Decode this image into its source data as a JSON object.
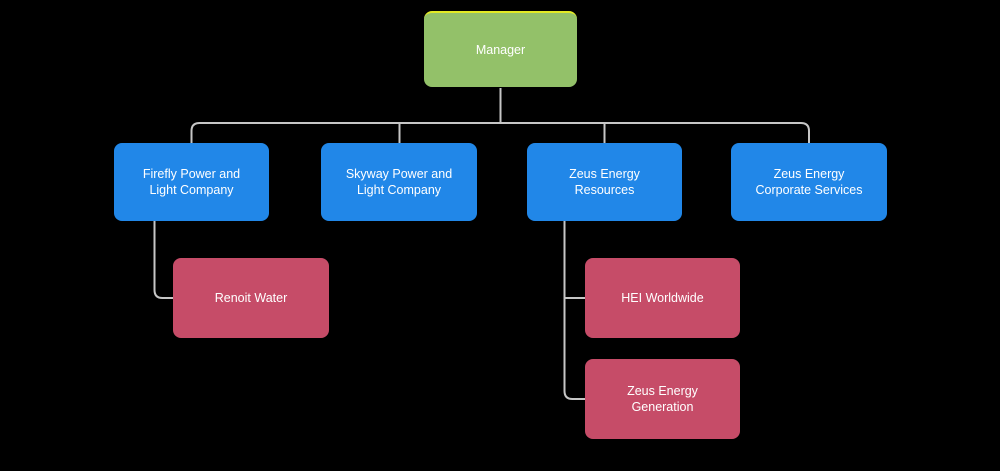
{
  "diagram": {
    "type": "org-chart",
    "nodes": [
      {
        "id": "manager",
        "label": "Manager",
        "level": "root",
        "fill": "#93c169"
      },
      {
        "id": "firefly-power",
        "label": "Firefly Power and\nLight Company",
        "level": "level1",
        "fill": "#2187e8"
      },
      {
        "id": "skyway-power",
        "label": "Skyway Power and\nLight Company",
        "level": "level1",
        "fill": "#2187e8"
      },
      {
        "id": "zeus-energy-resources",
        "label": "Zeus Energy\nResources",
        "level": "level1",
        "fill": "#2187e8"
      },
      {
        "id": "zeus-corporate",
        "label": "Zeus Energy\nCorporate Services",
        "level": "level1",
        "fill": "#2187e8"
      },
      {
        "id": "renoit-water",
        "label": "Renoit Water",
        "level": "level2",
        "fill": "#c64c68"
      },
      {
        "id": "hei-worldwide",
        "label": "HEI Worldwide",
        "level": "level2",
        "fill": "#c64c68"
      },
      {
        "id": "zeus-energy-generation",
        "label": "Zeus Energy\nGeneration",
        "level": "level2",
        "fill": "#c64c68"
      }
    ],
    "edges": [
      {
        "from": "manager",
        "to": "firefly-power"
      },
      {
        "from": "manager",
        "to": "skyway-power"
      },
      {
        "from": "manager",
        "to": "zeus-energy-resources"
      },
      {
        "from": "manager",
        "to": "zeus-corporate"
      },
      {
        "from": "firefly-power",
        "to": "renoit-water"
      },
      {
        "from": "zeus-energy-resources",
        "to": "hei-worldwide"
      },
      {
        "from": "zeus-energy-resources",
        "to": "zeus-energy-generation"
      }
    ]
  },
  "colors": {
    "background": "#000000",
    "manager_fill": "#93c169",
    "manager_top_accent": "#e3ea25",
    "subsidiary_fill": "#2187e8",
    "child_fill": "#c64c68",
    "connector": "#c6c6c6",
    "label_text": "#ffffff"
  }
}
